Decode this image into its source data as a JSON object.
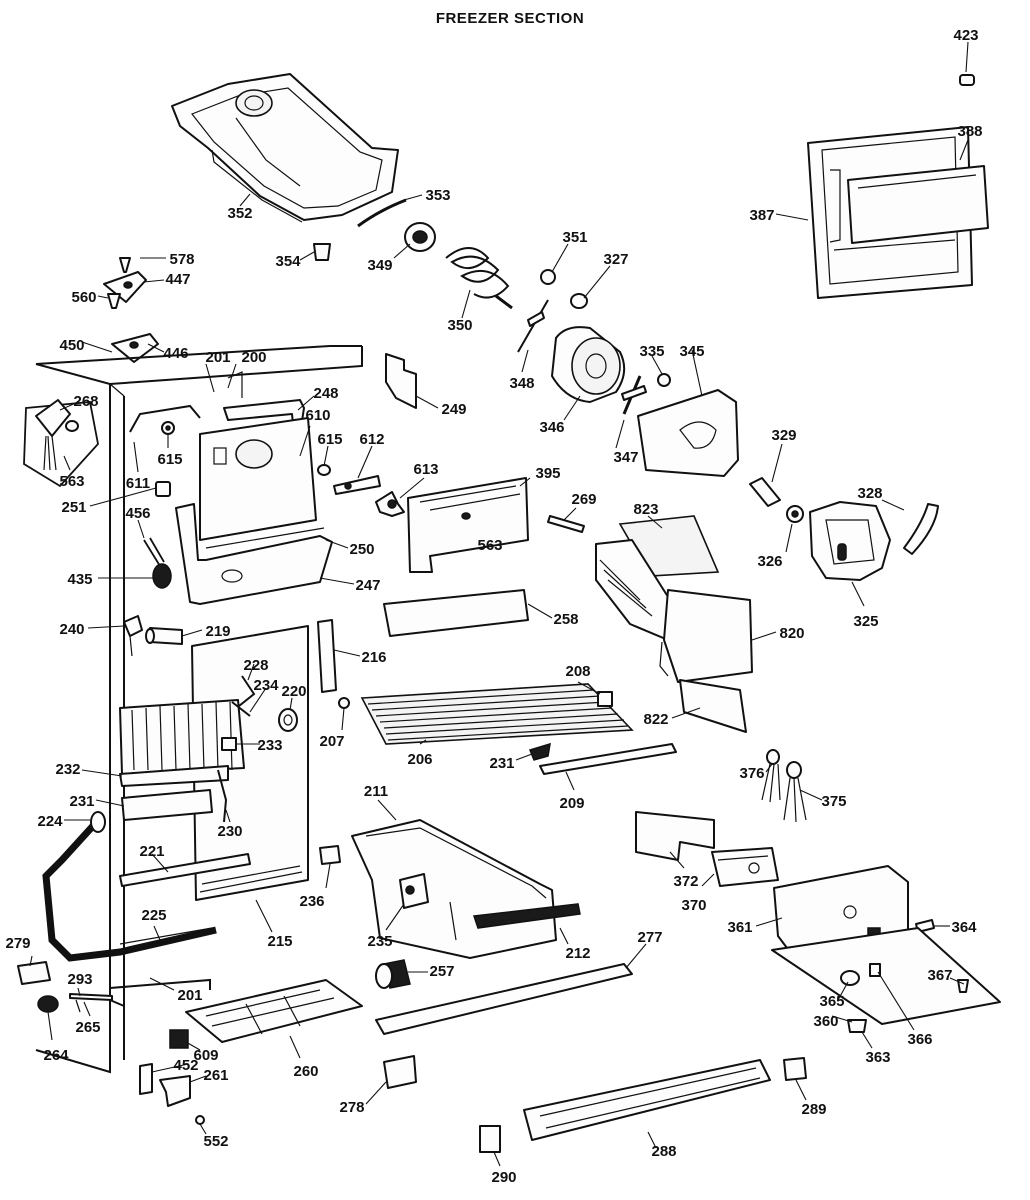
{
  "title": "FREEZER SECTION",
  "parts": [
    {
      "id": "423",
      "label": "423"
    },
    {
      "id": "388",
      "label": "388"
    },
    {
      "id": "387",
      "label": "387"
    },
    {
      "id": "352",
      "label": "352"
    },
    {
      "id": "353",
      "label": "353"
    },
    {
      "id": "354",
      "label": "354"
    },
    {
      "id": "349",
      "label": "349"
    },
    {
      "id": "350",
      "label": "350"
    },
    {
      "id": "351",
      "label": "351"
    },
    {
      "id": "327",
      "label": "327"
    },
    {
      "id": "348",
      "label": "348"
    },
    {
      "id": "346",
      "label": "346"
    },
    {
      "id": "335",
      "label": "335"
    },
    {
      "id": "345",
      "label": "345"
    },
    {
      "id": "347",
      "label": "347"
    },
    {
      "id": "329",
      "label": "329"
    },
    {
      "id": "328",
      "label": "328"
    },
    {
      "id": "326",
      "label": "326"
    },
    {
      "id": "325",
      "label": "325"
    },
    {
      "id": "578",
      "label": "578"
    },
    {
      "id": "447",
      "label": "447"
    },
    {
      "id": "560",
      "label": "560"
    },
    {
      "id": "450",
      "label": "450"
    },
    {
      "id": "446",
      "label": "446"
    },
    {
      "id": "201a",
      "label": "201"
    },
    {
      "id": "200",
      "label": "200"
    },
    {
      "id": "248",
      "label": "248"
    },
    {
      "id": "249",
      "label": "249"
    },
    {
      "id": "268",
      "label": "268"
    },
    {
      "id": "563a",
      "label": "563"
    },
    {
      "id": "611",
      "label": "611"
    },
    {
      "id": "615a",
      "label": "615"
    },
    {
      "id": "610",
      "label": "610"
    },
    {
      "id": "615b",
      "label": "615"
    },
    {
      "id": "612",
      "label": "612"
    },
    {
      "id": "613",
      "label": "613"
    },
    {
      "id": "395",
      "label": "395"
    },
    {
      "id": "269",
      "label": "269"
    },
    {
      "id": "823",
      "label": "823"
    },
    {
      "id": "251",
      "label": "251"
    },
    {
      "id": "456",
      "label": "456"
    },
    {
      "id": "563b",
      "label": "563"
    },
    {
      "id": "250",
      "label": "250"
    },
    {
      "id": "435",
      "label": "435"
    },
    {
      "id": "247",
      "label": "247"
    },
    {
      "id": "258",
      "label": "258"
    },
    {
      "id": "820",
      "label": "820"
    },
    {
      "id": "240",
      "label": "240"
    },
    {
      "id": "219",
      "label": "219"
    },
    {
      "id": "216",
      "label": "216"
    },
    {
      "id": "228",
      "label": "228"
    },
    {
      "id": "234",
      "label": "234"
    },
    {
      "id": "220",
      "label": "220"
    },
    {
      "id": "208",
      "label": "208"
    },
    {
      "id": "822",
      "label": "822"
    },
    {
      "id": "233",
      "label": "233"
    },
    {
      "id": "207",
      "label": "207"
    },
    {
      "id": "206",
      "label": "206"
    },
    {
      "id": "232",
      "label": "232"
    },
    {
      "id": "231a",
      "label": "231"
    },
    {
      "id": "376",
      "label": "376"
    },
    {
      "id": "375",
      "label": "375"
    },
    {
      "id": "231b",
      "label": "231"
    },
    {
      "id": "209",
      "label": "209"
    },
    {
      "id": "224",
      "label": "224"
    },
    {
      "id": "230",
      "label": "230"
    },
    {
      "id": "211",
      "label": "211"
    },
    {
      "id": "221",
      "label": "221"
    },
    {
      "id": "372",
      "label": "372"
    },
    {
      "id": "370",
      "label": "370"
    },
    {
      "id": "236",
      "label": "236"
    },
    {
      "id": "225",
      "label": "225"
    },
    {
      "id": "215",
      "label": "215"
    },
    {
      "id": "235",
      "label": "235"
    },
    {
      "id": "212",
      "label": "212"
    },
    {
      "id": "361",
      "label": "361"
    },
    {
      "id": "364",
      "label": "364"
    },
    {
      "id": "277",
      "label": "277"
    },
    {
      "id": "279",
      "label": "279"
    },
    {
      "id": "293",
      "label": "293"
    },
    {
      "id": "257",
      "label": "257"
    },
    {
      "id": "367",
      "label": "367"
    },
    {
      "id": "201b",
      "label": "201"
    },
    {
      "id": "265",
      "label": "265"
    },
    {
      "id": "365",
      "label": "365"
    },
    {
      "id": "360",
      "label": "360"
    },
    {
      "id": "366",
      "label": "366"
    },
    {
      "id": "264",
      "label": "264"
    },
    {
      "id": "609",
      "label": "609"
    },
    {
      "id": "260",
      "label": "260"
    },
    {
      "id": "363",
      "label": "363"
    },
    {
      "id": "452",
      "label": "452"
    },
    {
      "id": "261",
      "label": "261"
    },
    {
      "id": "278",
      "label": "278"
    },
    {
      "id": "289",
      "label": "289"
    },
    {
      "id": "552",
      "label": "552"
    },
    {
      "id": "288",
      "label": "288"
    },
    {
      "id": "290",
      "label": "290"
    }
  ]
}
